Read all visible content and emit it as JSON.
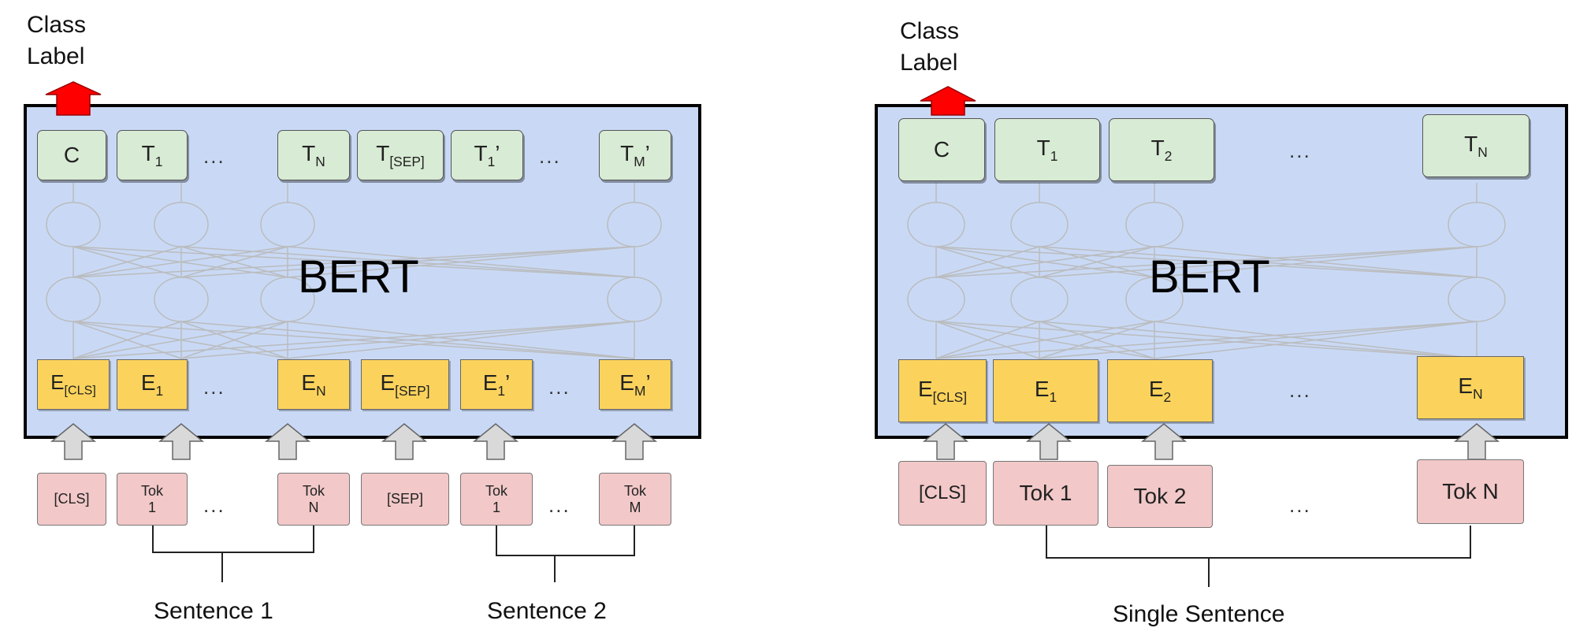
{
  "left": {
    "class_label": [
      "Class",
      "Label"
    ],
    "bert_label": "BERT",
    "outputs": [
      {
        "main": "C",
        "sub": ""
      },
      {
        "main": "T",
        "sub": "1"
      },
      {
        "main": "T",
        "sub": "N"
      },
      {
        "main": "T",
        "sub": "[SEP]"
      },
      {
        "main": "T",
        "sub": "1",
        "prime": "’"
      },
      {
        "main": "T",
        "sub": "M",
        "prime": "’"
      }
    ],
    "embeddings": [
      {
        "main": "E",
        "sub": "[CLS]"
      },
      {
        "main": "E",
        "sub": "1"
      },
      {
        "main": "E",
        "sub": "N"
      },
      {
        "main": "E",
        "sub": "[SEP]"
      },
      {
        "main": "E",
        "sub": "1",
        "prime": "’"
      },
      {
        "main": "E",
        "sub": "M",
        "prime": "’"
      }
    ],
    "tokens": [
      {
        "line1": "[CLS]",
        "line2": ""
      },
      {
        "line1": "Tok",
        "line2": "1"
      },
      {
        "line1": "Tok",
        "line2": "N"
      },
      {
        "line1": "[SEP]",
        "line2": ""
      },
      {
        "line1": "Tok",
        "line2": "1"
      },
      {
        "line1": "Tok",
        "line2": "M"
      }
    ],
    "ellipsis": "...",
    "sentence1": "Sentence 1",
    "sentence2": "Sentence 2"
  },
  "right": {
    "class_label": [
      "Class",
      "Label"
    ],
    "bert_label": "BERT",
    "outputs": [
      {
        "main": "C",
        "sub": ""
      },
      {
        "main": "T",
        "sub": "1"
      },
      {
        "main": "T",
        "sub": "2"
      },
      {
        "main": "T",
        "sub": "N"
      }
    ],
    "embeddings": [
      {
        "main": "E",
        "sub": "[CLS]"
      },
      {
        "main": "E",
        "sub": "1"
      },
      {
        "main": "E",
        "sub": "2"
      },
      {
        "main": "E",
        "sub": "N"
      }
    ],
    "tokens": [
      "[CLS]",
      "Tok 1",
      "Tok 2",
      "Tok N"
    ],
    "ellipsis": "...",
    "sentence": "Single Sentence"
  },
  "colors": {
    "bert_fill": "#c9d9f5",
    "output_fill": "#d8ebd4",
    "embedding_fill": "#fbd35c",
    "token_fill": "#f2c8c8",
    "class_arrow": "#ff0000",
    "input_arrow": "#d9d9d9"
  }
}
